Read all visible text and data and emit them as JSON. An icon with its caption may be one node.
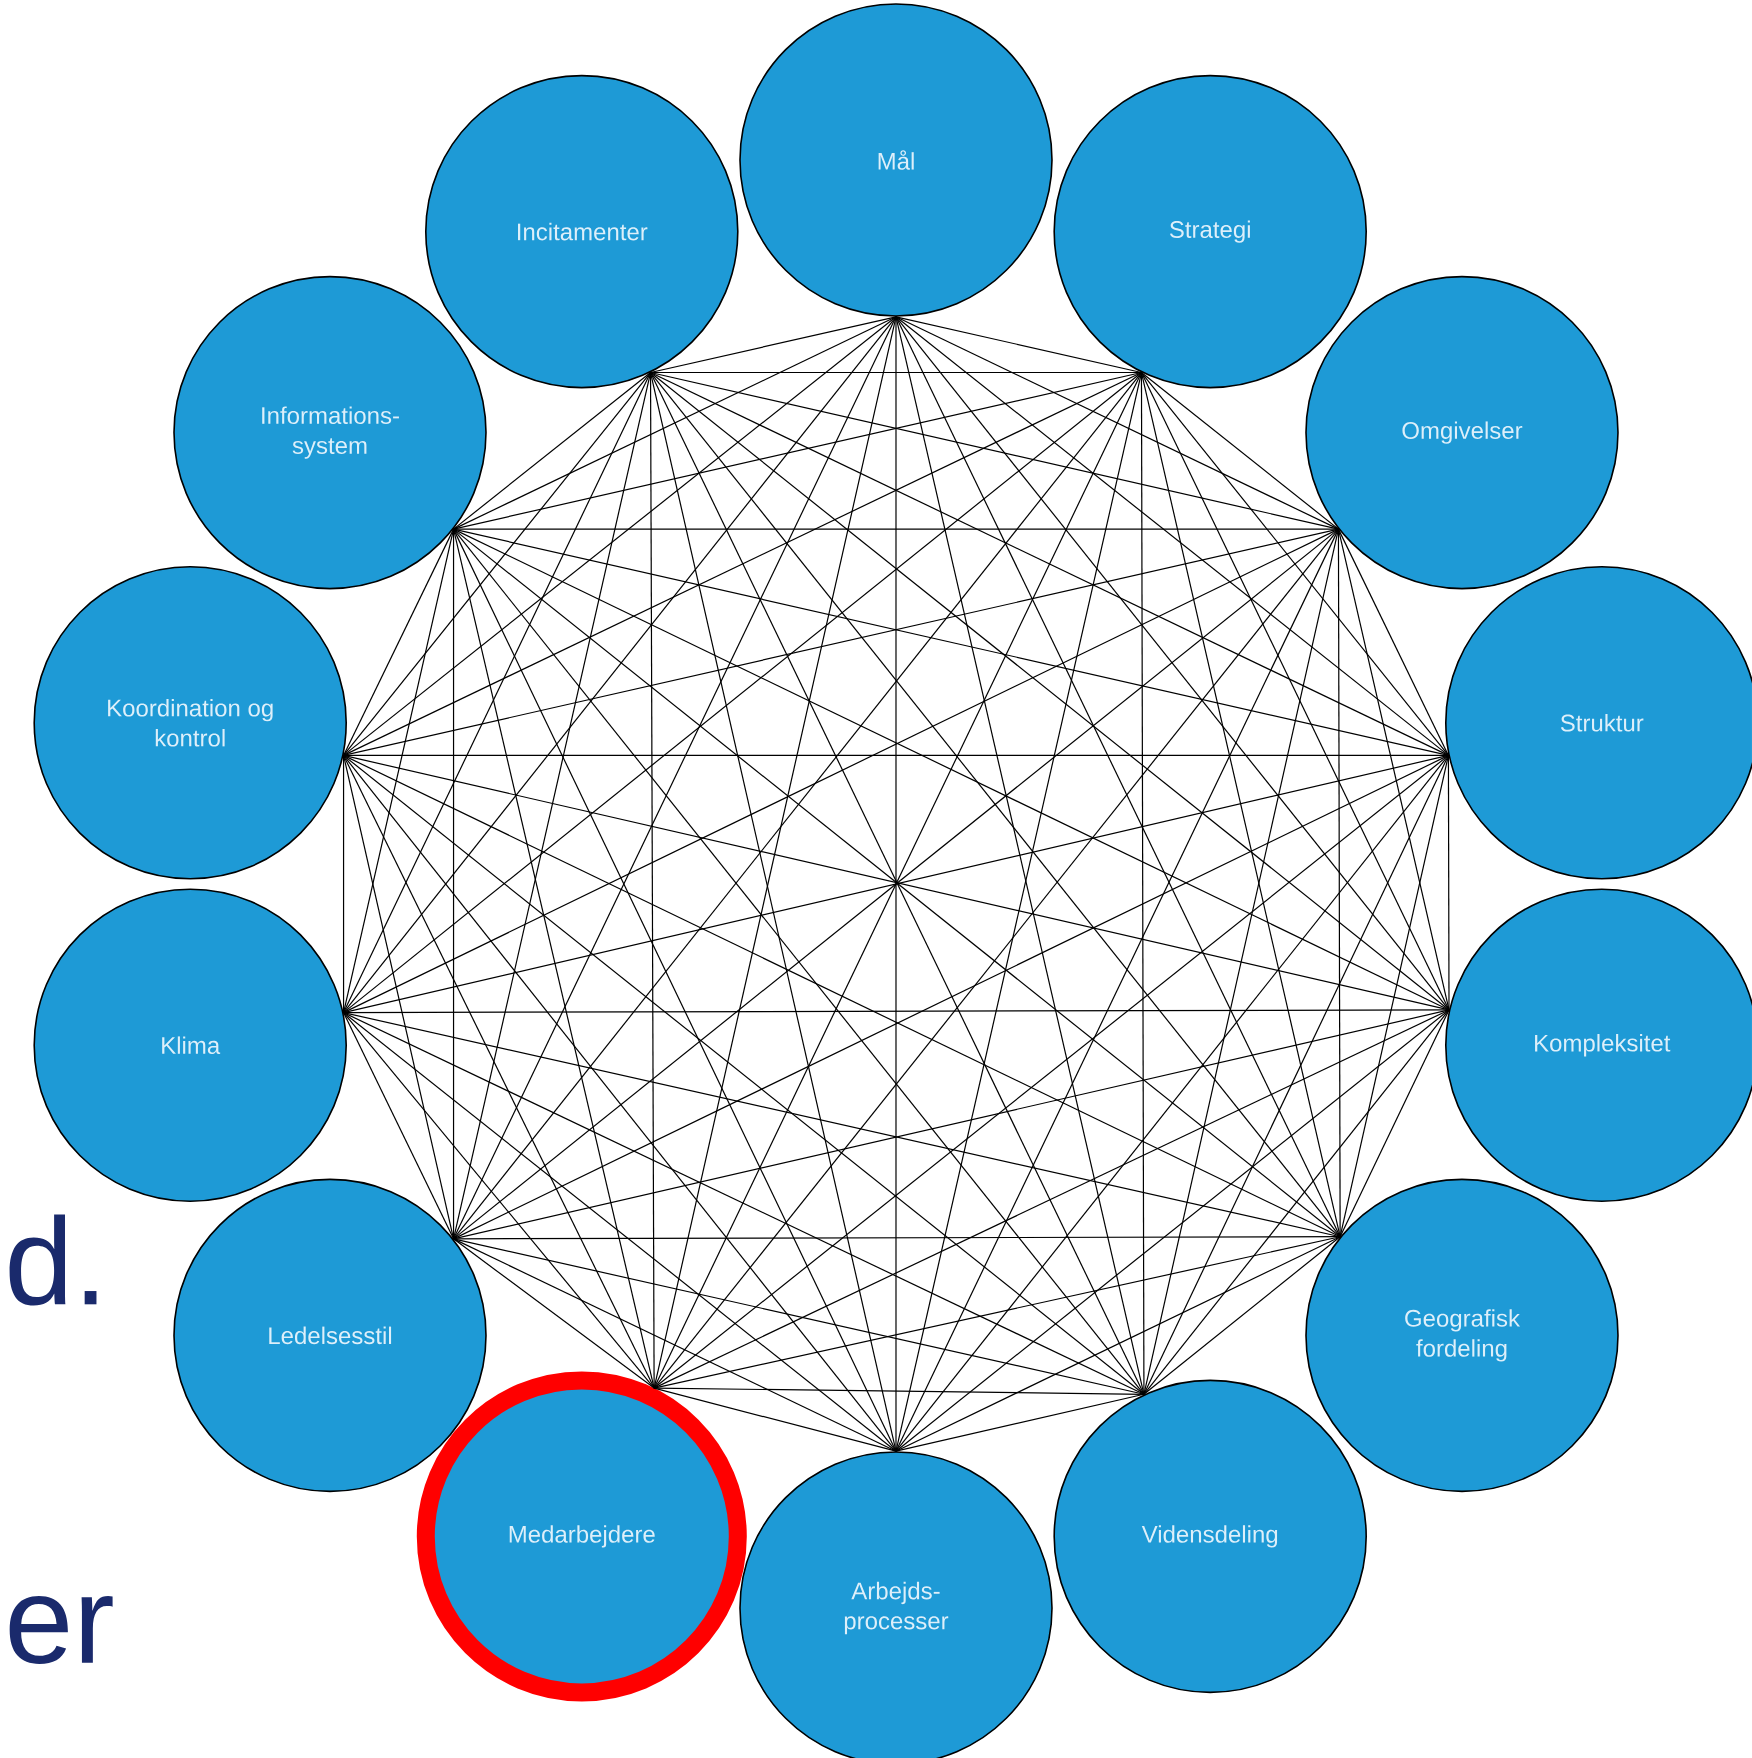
{
  "diagram": {
    "nodes": [
      {
        "text": [
          "Mål"
        ]
      },
      {
        "text": [
          "Strategi"
        ]
      },
      {
        "text": [
          "Omgivelser"
        ]
      },
      {
        "text": [
          "Struktur"
        ]
      },
      {
        "text": [
          "Kompleksitet"
        ]
      },
      {
        "text": [
          "Geografisk fordeling"
        ]
      },
      {
        "text": [
          "Vidensdeling"
        ]
      },
      {
        "text": [
          "Arbejds- processer"
        ]
      },
      {
        "text": [
          "Medarbejdere"
        ]
      },
      {
        "text": [
          "Ledelsesstil"
        ]
      },
      {
        "text": [
          "Klima"
        ]
      },
      {
        "text": [
          "Koordination og kontrol"
        ]
      },
      {
        "text": [
          "Informations- system"
        ]
      },
      {
        "text": [
          "Incitamenter"
        ]
      }
    ],
    "edges": [
      {
        "from": 0,
        "to": 1,
        "arrow": "none"
      },
      {
        "from": 0,
        "to": 2,
        "arrow": "none"
      },
      {
        "from": 0,
        "to": 3,
        "arrow": "none"
      },
      {
        "from": 0,
        "to": 4,
        "arrow": "none"
      },
      {
        "from": 0,
        "to": 5,
        "arrow": "none"
      },
      {
        "from": 0,
        "to": 6,
        "arrow": "none"
      },
      {
        "from": 0,
        "to": 7,
        "arrow": "none"
      },
      {
        "from": 0,
        "to": 8,
        "arrow": "none"
      },
      {
        "from": 0,
        "to": 9,
        "arrow": "none"
      },
      {
        "from": 0,
        "to": 10,
        "arrow": "none"
      },
      {
        "from": 0,
        "to": 11,
        "arrow": "none"
      },
      {
        "from": 0,
        "to": 12,
        "arrow": "none"
      },
      {
        "from": 0,
        "to": 13,
        "arrow": "none"
      },
      {
        "from": 1,
        "to": 2,
        "arrow": "none"
      },
      {
        "from": 1,
        "to": 3,
        "arrow": "none"
      },
      {
        "from": 1,
        "to": 4,
        "arrow": "none"
      },
      {
        "from": 1,
        "to": 5,
        "arrow": "none"
      },
      {
        "from": 1,
        "to": 6,
        "arrow": "none"
      },
      {
        "from": 1,
        "to": 7,
        "arrow": "none"
      },
      {
        "from": 1,
        "to": 8,
        "arrow": "none"
      },
      {
        "from": 1,
        "to": 9,
        "arrow": "none"
      },
      {
        "from": 1,
        "to": 10,
        "arrow": "none"
      },
      {
        "from": 1,
        "to": 11,
        "arrow": "none"
      },
      {
        "from": 1,
        "to": 12,
        "arrow": "none"
      },
      {
        "from": 1,
        "to": 13,
        "arrow": "none"
      },
      {
        "from": 2,
        "to": 3,
        "arrow": "none"
      },
      {
        "from": 2,
        "to": 4,
        "arrow": "none"
      },
      {
        "from": 2,
        "to": 5,
        "arrow": "none"
      },
      {
        "from": 2,
        "to": 6,
        "arrow": "none"
      },
      {
        "from": 2,
        "to": 7,
        "arrow": "none"
      },
      {
        "from": 2,
        "to": 8,
        "arrow": "none"
      },
      {
        "from": 2,
        "to": 9,
        "arrow": "none"
      },
      {
        "from": 2,
        "to": 10,
        "arrow": "none"
      },
      {
        "from": 2,
        "to": 11,
        "arrow": "none"
      },
      {
        "from": 2,
        "to": 12,
        "arrow": "none"
      },
      {
        "from": 2,
        "to": 13,
        "arrow": "none"
      },
      {
        "from": 3,
        "to": 4,
        "arrow": "none"
      },
      {
        "from": 3,
        "to": 5,
        "arrow": "none"
      },
      {
        "from": 3,
        "to": 6,
        "arrow": "none"
      },
      {
        "from": 3,
        "to": 7,
        "arrow": "none"
      },
      {
        "from": 3,
        "to": 8,
        "arrow": "none"
      },
      {
        "from": 3,
        "to": 9,
        "arrow": "none"
      },
      {
        "from": 3,
        "to": 10,
        "arrow": "none"
      },
      {
        "from": 3,
        "to": 11,
        "arrow": "none"
      },
      {
        "from": 3,
        "to": 12,
        "arrow": "none"
      },
      {
        "from": 3,
        "to": 13,
        "arrow": "none"
      },
      {
        "from": 4,
        "to": 5,
        "arrow": "none"
      },
      {
        "from": 4,
        "to": 6,
        "arrow": "none"
      },
      {
        "from": 4,
        "to": 7,
        "arrow": "none"
      },
      {
        "from": 4,
        "to": 8,
        "arrow": "none"
      },
      {
        "from": 4,
        "to": 9,
        "arrow": "none"
      },
      {
        "from": 4,
        "to": 10,
        "arrow": "none"
      },
      {
        "from": 4,
        "to": 11,
        "arrow": "none"
      },
      {
        "from": 4,
        "to": 12,
        "arrow": "none"
      },
      {
        "from": 4,
        "to": 13,
        "arrow": "none"
      },
      {
        "from": 5,
        "to": 6,
        "arrow": "none"
      },
      {
        "from": 5,
        "to": 7,
        "arrow": "none"
      },
      {
        "from": 5,
        "to": 8,
        "arrow": "none"
      },
      {
        "from": 5,
        "to": 9,
        "arrow": "none"
      },
      {
        "from": 5,
        "to": 10,
        "arrow": "none"
      },
      {
        "from": 5,
        "to": 11,
        "arrow": "none"
      },
      {
        "from": 5,
        "to": 12,
        "arrow": "none"
      },
      {
        "from": 5,
        "to": 13,
        "arrow": "none"
      },
      {
        "from": 6,
        "to": 7,
        "arrow": "none"
      },
      {
        "from": 6,
        "to": 8,
        "arrow": "none"
      },
      {
        "from": 6,
        "to": 9,
        "arrow": "none"
      },
      {
        "from": 6,
        "to": 10,
        "arrow": "none"
      },
      {
        "from": 6,
        "to": 11,
        "arrow": "none"
      },
      {
        "from": 6,
        "to": 12,
        "arrow": "none"
      },
      {
        "from": 6,
        "to": 13,
        "arrow": "none"
      },
      {
        "from": 7,
        "to": 8,
        "arrow": "none"
      },
      {
        "from": 7,
        "to": 9,
        "arrow": "none"
      },
      {
        "from": 7,
        "to": 10,
        "arrow": "none"
      },
      {
        "from": 7,
        "to": 11,
        "arrow": "none"
      },
      {
        "from": 7,
        "to": 12,
        "arrow": "none"
      },
      {
        "from": 7,
        "to": 13,
        "arrow": "none"
      },
      {
        "from": 8,
        "to": 9,
        "arrow": "none"
      },
      {
        "from": 8,
        "to": 10,
        "arrow": "none"
      },
      {
        "from": 8,
        "to": 11,
        "arrow": "none"
      },
      {
        "from": 8,
        "to": 12,
        "arrow": "none"
      },
      {
        "from": 8,
        "to": 13,
        "arrow": "none"
      },
      {
        "from": 9,
        "to": 10,
        "arrow": "none"
      },
      {
        "from": 9,
        "to": 11,
        "arrow": "none"
      },
      {
        "from": 9,
        "to": 12,
        "arrow": "none"
      },
      {
        "from": 9,
        "to": 13,
        "arrow": "none"
      },
      {
        "from": 10,
        "to": 11,
        "arrow": "none"
      },
      {
        "from": 10,
        "to": 12,
        "arrow": "none"
      },
      {
        "from": 10,
        "to": 13,
        "arrow": "none"
      },
      {
        "from": 11,
        "to": 12,
        "arrow": "none"
      },
      {
        "from": 11,
        "to": 13,
        "arrow": "none"
      },
      {
        "from": 12,
        "to": 13,
        "arrow": "none"
      }
    ],
    "labels": [
      "d.",
      "er"
    ]
  }
}
